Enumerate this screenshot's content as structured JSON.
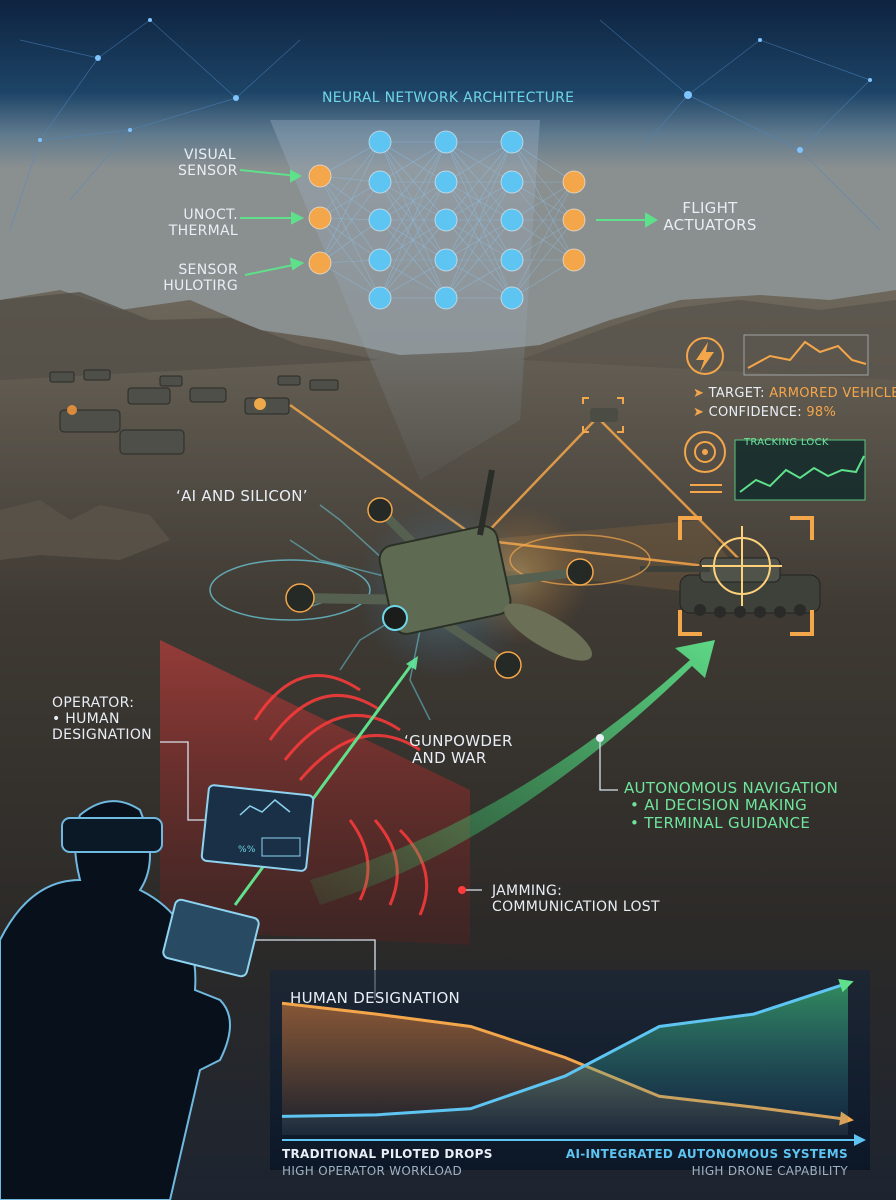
{
  "network": {
    "title": "NEURAL NETWORK ARCHITECTURE",
    "inputs": [
      {
        "line1": "VISUAL",
        "line2": "SENSOR"
      },
      {
        "line1": "UNOCT.",
        "line2": "THERMAL"
      },
      {
        "line1": "SENSOR",
        "line2": "HULOTIRG"
      }
    ],
    "output": {
      "line1": "FLIGHT",
      "line2": "ACTUATORS"
    }
  },
  "targeting": {
    "target_label": "TARGET:",
    "target_value": "ARMORED VEHICLE",
    "confidence_label": "CONFIDENCE:",
    "confidence_value": "98%",
    "tracking_label": "TRACKING LOCK"
  },
  "labels": {
    "ai_silicon": "‘AI AND SILICON’",
    "gunpowder_line1": "‘GUNPOWDER",
    "gunpowder_line2": "AND WAR",
    "operator_line1": "OPERATOR:",
    "operator_line2": "• HUMAN",
    "operator_line3": "DESIGNATION",
    "autonomy": [
      "AUTONOMOUS NAVIGATION",
      "• AI DECISION MAKING",
      "• TERMINAL GUIDANCE"
    ],
    "jamming_line1": "JAMMING:",
    "jamming_line2": "COMMUNICATION LOST",
    "tablet_text": "%%"
  },
  "colors": {
    "orange": "#f4a64a",
    "cyan": "#5ec4f2",
    "green": "#5fe08a",
    "red": "#ff3b3b"
  },
  "chart_data": {
    "type": "line",
    "title": "HUMAN DESIGNATION",
    "x": [
      0,
      1,
      2,
      3,
      4,
      5,
      6
    ],
    "series": [
      {
        "values": [
          0.85,
          0.78,
          0.7,
          0.5,
          0.25,
          0.18,
          0.1
        ]
      },
      {
        "values": [
          0.12,
          0.13,
          0.17,
          0.38,
          0.7,
          0.78,
          0.98
        ]
      }
    ],
    "ylim": [
      0,
      1
    ],
    "x_left_label": "TRADITIONAL PILOTED DROPS",
    "x_left_sub": "HIGH OPERATOR WORKLOAD",
    "x_right_label": "AI-INTEGRATED AUTONOMOUS SYSTEMS",
    "x_right_sub": "HIGH DRONE CAPABILITY",
    "grid": false,
    "legend": "none"
  }
}
